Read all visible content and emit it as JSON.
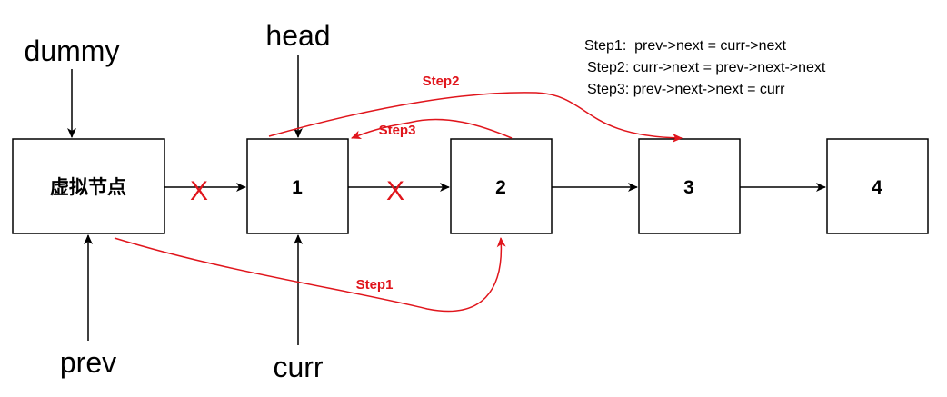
{
  "colors": {
    "black": "#000000",
    "red": "#e0151c"
  },
  "nodes": [
    {
      "id": "dummy",
      "label": "虚拟节点"
    },
    {
      "id": "n1",
      "label": "1"
    },
    {
      "id": "n2",
      "label": "2"
    },
    {
      "id": "n3",
      "label": "3"
    },
    {
      "id": "n4",
      "label": "4"
    }
  ],
  "pointers": {
    "dummy": "dummy",
    "head": "head",
    "prev": "prev",
    "curr": "curr"
  },
  "steps": {
    "step1": "Step1",
    "step2": "Step2",
    "step3": "Step3"
  },
  "x_mark": "X",
  "notes": [
    "Step1:  prev->next = curr->next",
    "Step2: curr->next = prev->next->next",
    "Step3: prev->next->next = curr"
  ]
}
